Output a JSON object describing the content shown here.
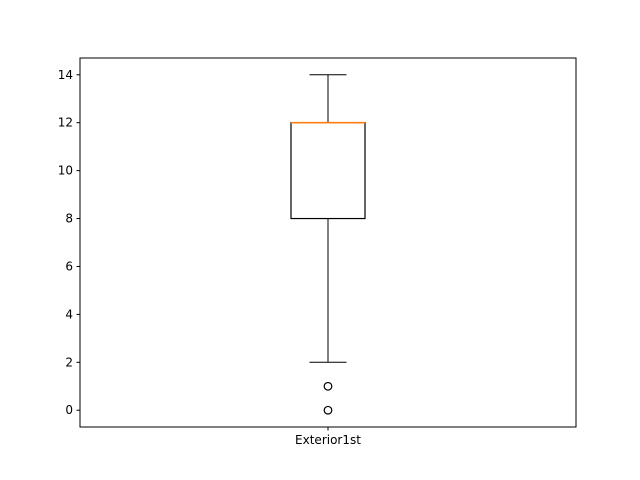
{
  "chart_data": {
    "type": "box",
    "categories": [
      "Exterior1st"
    ],
    "boxes": [
      {
        "label": "Exterior1st",
        "whisker_low": 2,
        "q1": 8,
        "median": 12,
        "q3": 12,
        "whisker_high": 14,
        "outliers": [
          1,
          0
        ]
      }
    ],
    "yticks": [
      0,
      2,
      4,
      6,
      8,
      10,
      12,
      14
    ],
    "ylim": [
      -0.7,
      14.7
    ],
    "title": "",
    "xlabel": "",
    "ylabel": "",
    "grid": false,
    "colors": {
      "box": "#000000",
      "median": "#ff7f0e",
      "outlier": "#000000"
    }
  }
}
